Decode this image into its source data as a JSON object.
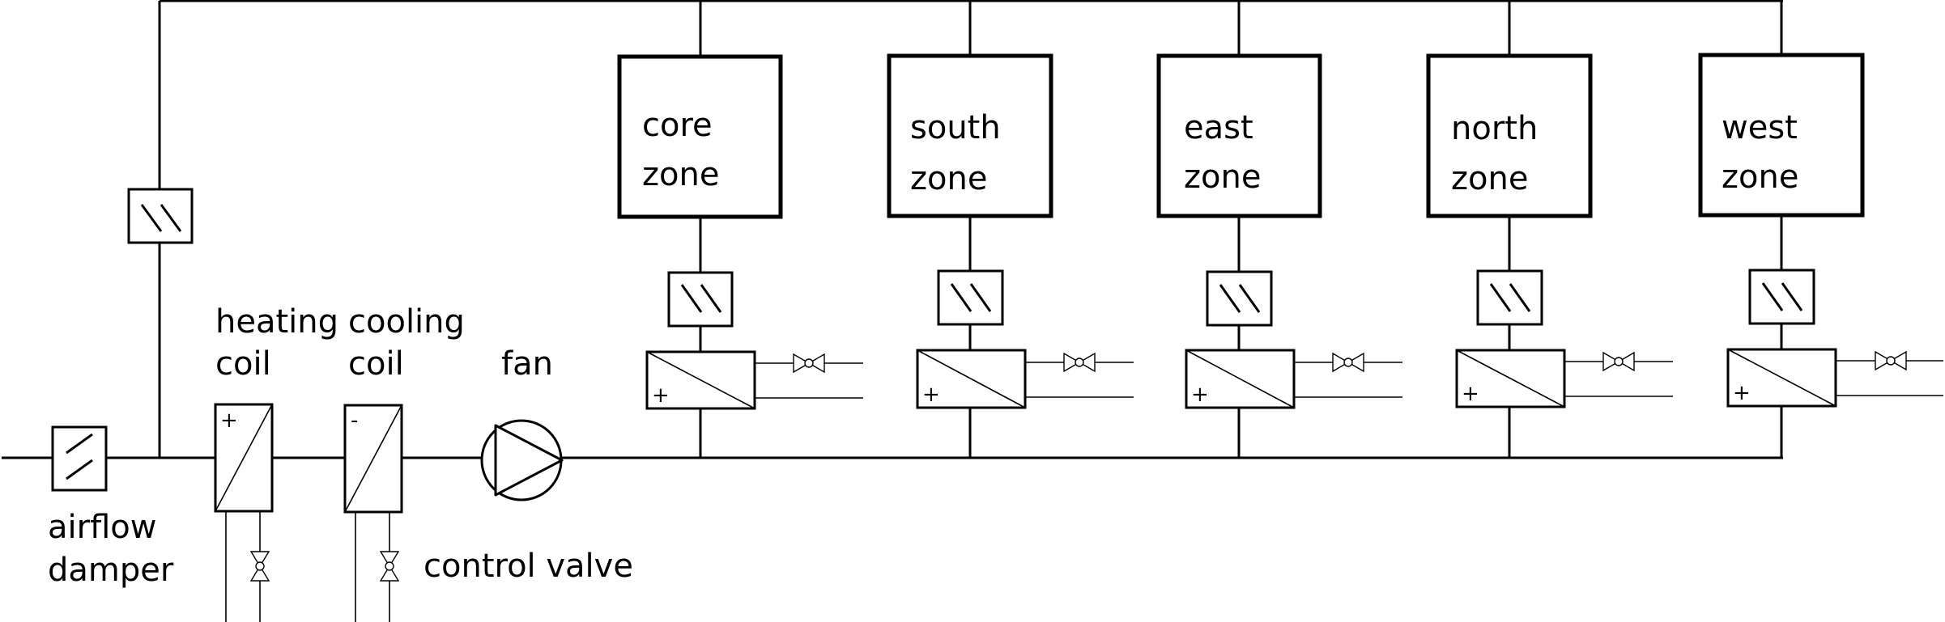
{
  "labels": {
    "airflow_damper_line1": "airflow",
    "airflow_damper_line2": "damper",
    "heating_coil_line1": "heating",
    "heating_coil_line2": "coil",
    "cooling_coil_line1": "cooling",
    "cooling_coil_line2": "coil",
    "fan": "fan",
    "control_valve": "control valve"
  },
  "coil_signs": {
    "heating": "+",
    "cooling": "-",
    "reheat": "+"
  },
  "zones": [
    {
      "line1": "core",
      "line2": "zone"
    },
    {
      "line1": "south",
      "line2": "zone"
    },
    {
      "line1": "east",
      "line2": "zone"
    },
    {
      "line1": "north",
      "line2": "zone"
    },
    {
      "line1": "west",
      "line2": "zone"
    }
  ]
}
